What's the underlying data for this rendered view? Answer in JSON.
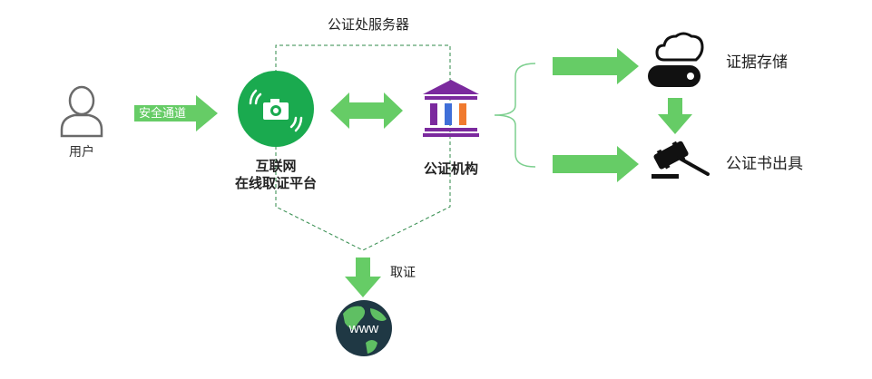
{
  "diagram": {
    "server_zone_label": "公证处服务器",
    "user_label": "用户",
    "secure_channel_label": "安全通道",
    "platform_label_line1": "互联网",
    "platform_label_line2": "在线取证平台",
    "notary_label": "公证机构",
    "evidence_label": "取证",
    "www_label": "www",
    "storage_label": "证据存储",
    "certificate_label": "公证书出具"
  },
  "colors": {
    "arrow_green": "#66cc66",
    "platform_green": "#1aaa4f",
    "dashed_green": "#2f8a4a",
    "bracket_green": "#7ccf8e",
    "purple": "#7b2a9e",
    "blue": "#3f6fd8",
    "orange": "#f07a2e",
    "globe_dark": "#1f3844",
    "globe_land": "#5fbf63",
    "icon_black": "#111111",
    "user_gray": "#6a6a6a"
  },
  "icons": {
    "user": "user-outline-icon",
    "platform": "camera-signal-icon",
    "notary": "bank-building-icon",
    "globe": "globe-www-icon",
    "storage": "cloud-server-icon",
    "certificate": "gavel-icon"
  }
}
